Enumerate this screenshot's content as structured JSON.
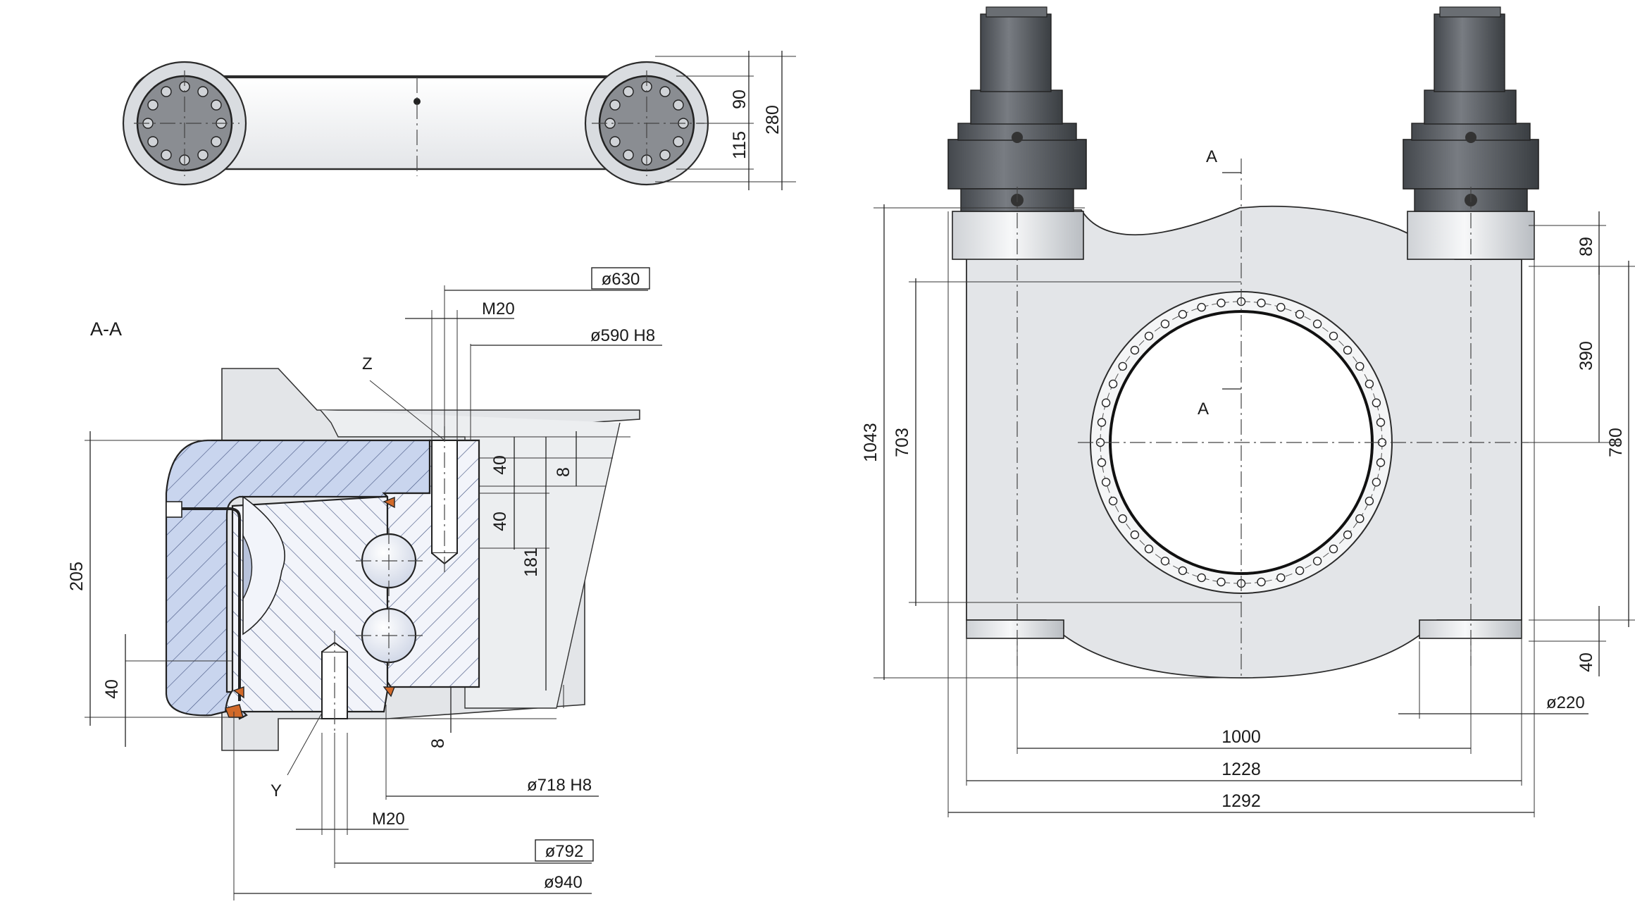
{
  "section_label": "A-A",
  "detail_labels": {
    "z": "Z",
    "y": "Y",
    "cut_top": "A",
    "cut_bottom": "A"
  },
  "top_view": {
    "dim_90": "90",
    "dim_115": "115",
    "dim_280": "280"
  },
  "section_view": {
    "d630": "ø630",
    "m20_top": "M20",
    "d590": "ø590 H8",
    "d718": "ø718 H8",
    "m20_bottom": "M20",
    "d792": "ø792",
    "d940": "ø940",
    "dim_205": "205",
    "dim_40_left": "40",
    "dim_40_a": "40",
    "dim_40_b": "40",
    "dim_8_top": "8",
    "dim_181": "181",
    "dim_8_bottom": "8"
  },
  "front_view": {
    "dim_1043": "1043",
    "dim_703": "703",
    "dim_89": "89",
    "dim_390": "390",
    "dim_780": "780",
    "dim_40": "40",
    "dim_220": "ø220",
    "dim_1000": "1000",
    "dim_1228": "1228",
    "dim_1292": "1292"
  },
  "colors": {
    "body_grey": "#e3e5e8",
    "motor_dark": "#5a5e64",
    "hatch_blue": "#c8d4ec",
    "line": "#2b2b2b",
    "seal_orange": "#d26a2a"
  }
}
